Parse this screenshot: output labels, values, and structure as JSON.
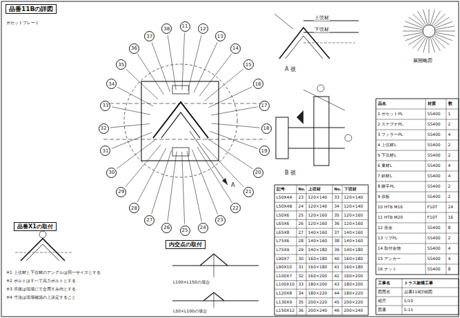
{
  "diagram": {
    "title": "品番11Bの詳図",
    "nodes": [
      {
        "text": [
          "品番11Bの詳図"
        ]
      },
      {
        "text": [
          "11"
        ]
      },
      {
        "text": [
          "12"
        ]
      },
      {
        "text": [
          "13"
        ]
      },
      {
        "text": [
          "14"
        ]
      },
      {
        "text": [
          "15"
        ]
      },
      {
        "text": [
          "16"
        ]
      },
      {
        "text": [
          "17"
        ]
      },
      {
        "text": [
          "18"
        ]
      },
      {
        "text": [
          "19"
        ]
      },
      {
        "text": [
          "20"
        ]
      },
      {
        "text": [
          "21"
        ]
      },
      {
        "text": [
          "22"
        ]
      },
      {
        "text": [
          "23"
        ]
      },
      {
        "text": [
          "24"
        ]
      },
      {
        "text": [
          "25"
        ]
      },
      {
        "text": [
          "26"
        ]
      },
      {
        "text": [
          "27"
        ]
      },
      {
        "text": [
          "28"
        ]
      },
      {
        "text": [
          "29"
        ]
      },
      {
        "text": [
          "30"
        ]
      },
      {
        "text": [
          "31"
        ]
      },
      {
        "text": [
          "32"
        ]
      },
      {
        "text": [
          "33"
        ]
      },
      {
        "text": [
          "34"
        ]
      },
      {
        "text": [
          "35"
        ]
      },
      {
        "text": [
          "36"
        ]
      },
      {
        "text": [
          "37"
        ]
      },
      {
        "text": [
          "38"
        ]
      },
      {
        "text": [
          "品番X1の取付"
        ]
      },
      {
        "text": [
          "内交点の取付"
        ]
      }
    ],
    "labels": [
      "上弦材",
      "下弦材",
      "A 視",
      "B 視",
      "展開略図",
      "A",
      "ガセットプレート",
      "L100×L150の場合",
      "L50×L100の場合",
      "※1 上弦材と下弦材のアングルは同一サイズとする",
      "※2 ボルトはすべて高力ボルトとする",
      "※3 溶接は現場にて全周すみ肉とする",
      "※4 寸法は現場確認の上決定すること",
      "記号",
      "No.",
      "上弦材",
      "No.",
      "下弦材",
      "L50X4A",
      "23",
      "120×140",
      "33",
      "120×140",
      "L50X4B",
      "24",
      "120×140",
      "34",
      "120×140",
      "L50X6",
      "25",
      "120×160",
      "35",
      "120×160",
      "L65X6",
      "26",
      "120×160",
      "36",
      "120×160",
      "L65X8",
      "27",
      "140×160",
      "37",
      "140×160",
      "L75X6",
      "28",
      "140×160",
      "38",
      "140×160",
      "L75X9",
      "29",
      "140×180",
      "39",
      "140×180",
      "L90X7",
      "30",
      "160×180",
      "40",
      "160×180",
      "L90X10",
      "31",
      "160×180",
      "41",
      "160×180",
      "L100X7",
      "32",
      "160×200",
      "42",
      "160×200",
      "L100X10",
      "33",
      "180×200",
      "43",
      "180×200",
      "L120X8",
      "34",
      "180×220",
      "44",
      "180×220",
      "L130X9",
      "35",
      "200×220",
      "45",
      "200×220",
      "L150X12",
      "36",
      "200×240",
      "46",
      "200×240",
      "品名",
      "材質",
      "数",
      "1 ガセットPL",
      "SS400",
      "1",
      "2 スチフナPL",
      "SS400",
      "2",
      "3 フィラーPL",
      "SS400",
      "4",
      "4 上弦材L",
      "SS400",
      "2",
      "5 下弦材L",
      "SS400",
      "2",
      "6 束材L",
      "SS400",
      "4",
      "7 斜材L",
      "SS400",
      "4",
      "8 継手PL",
      "SS400",
      "2",
      "9 添板",
      "SS400",
      "2",
      "10 HTB M16",
      "F10T",
      "24",
      "11 HTB M20",
      "F10T",
      "16",
      "12 座金",
      "SS400",
      "8",
      "13 リブPL",
      "SS400",
      "2",
      "14 取付金物",
      "SS400",
      "4",
      "15 アンカー",
      "SS400",
      "4",
      "16 ナット",
      "SS400",
      "8",
      "工事名",
      "トラス架構工事",
      "図面名",
      "品番11B詳細図",
      "縮尺",
      "1/10",
      "図番",
      "S-11"
    ]
  }
}
